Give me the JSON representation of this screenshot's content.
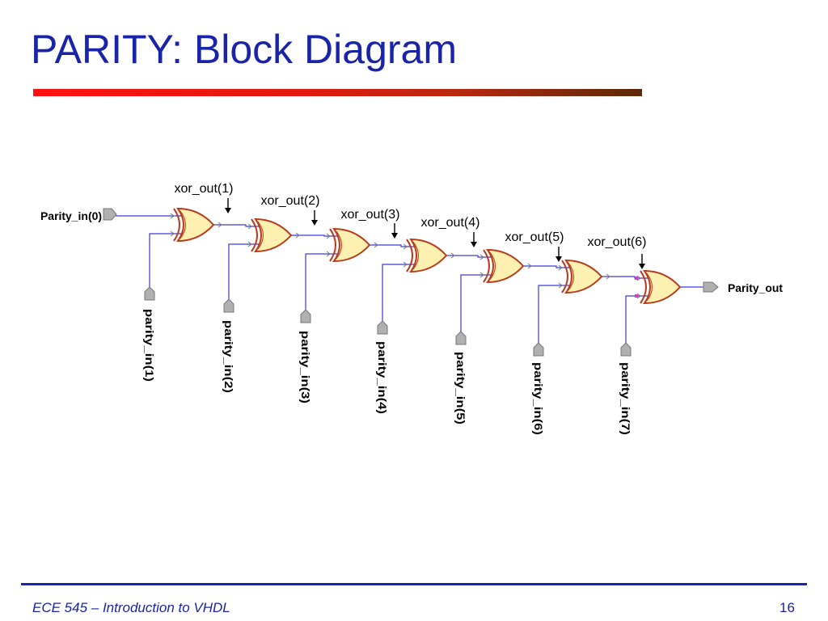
{
  "slide": {
    "title": "PARITY: Block Diagram",
    "footer_left": "ECE 545 – Introduction to VHDL",
    "page_number": "16"
  },
  "diagram": {
    "primary_input": "Parity_in(0)",
    "primary_output": "Parity_out",
    "signal_labels": [
      "xor_out(1)",
      "xor_out(2)",
      "xor_out(3)",
      "xor_out(4)",
      "xor_out(5)",
      "xor_out(6)"
    ],
    "side_inputs": [
      "parity_in(1)",
      "parity_in(2)",
      "parity_in(3)",
      "parity_in(4)",
      "parity_in(5)",
      "parity_in(6)",
      "parity_in(7)"
    ],
    "gate_type": "XOR",
    "gate_count": 7
  },
  "colors": {
    "title": "#1a24a8",
    "gate_fill": "#fdf0b0",
    "gate_stroke": "#b83a1a",
    "wire": "#3a3adc",
    "port_fill": "#b0b0b0"
  }
}
